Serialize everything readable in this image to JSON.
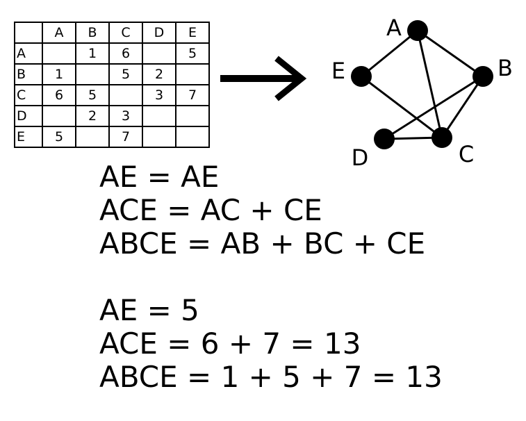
{
  "matrix": {
    "col_headers": [
      "",
      "A",
      "B",
      "C",
      "D",
      "E"
    ],
    "rows": [
      [
        "A",
        "",
        "1",
        "6",
        "",
        "5"
      ],
      [
        "B",
        "1",
        "",
        "5",
        "2",
        ""
      ],
      [
        "C",
        "6",
        "5",
        "",
        "3",
        "7"
      ],
      [
        "D",
        "",
        "2",
        "3",
        "",
        ""
      ],
      [
        "E",
        "5",
        "",
        "7",
        "",
        ""
      ]
    ]
  },
  "graph": {
    "nodes": [
      "A",
      "B",
      "C",
      "D",
      "E"
    ],
    "edges": [
      [
        "A",
        "E"
      ],
      [
        "A",
        "B"
      ],
      [
        "A",
        "C"
      ],
      [
        "E",
        "C"
      ],
      [
        "B",
        "C"
      ],
      [
        "B",
        "D"
      ],
      [
        "D",
        "C"
      ]
    ]
  },
  "paths": {
    "symbolic": [
      "AE = AE",
      "ACE = AC + CE",
      "ABCE = AB + BC + CE"
    ],
    "numeric": [
      "AE = 5",
      "ACE = 6 + 7 = 13",
      "ABCE = 1 + 5 + 7 = 13"
    ]
  }
}
